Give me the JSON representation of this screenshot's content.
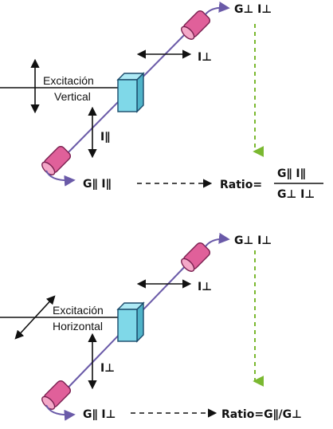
{
  "colors": {
    "beam": "#6a5aa8",
    "tube": "#e0609a",
    "tube_edge": "#7a2050",
    "sample": "#7fd8e8",
    "sample_edge": "#1a4a6a",
    "green": "#7ab830",
    "arrow": "#111111"
  },
  "top": {
    "excitation_label": "Excitación",
    "orientation_label": "Vertical",
    "g_perp_label": "G⊥ I⊥",
    "i_perp_label": "I⊥",
    "i_par_label": "I∥",
    "bottom_label": "G∥  I∥",
    "ratio_prefix": "Ratio=",
    "ratio_numerator": "G∥ I∥",
    "ratio_denominator": "G⊥ I⊥"
  },
  "bottom": {
    "excitation_label": "Excitación",
    "orientation_label": "Horizontal",
    "g_perp_label": "G⊥ I⊥",
    "i_perp_label": "I⊥",
    "i_side_label": "I⊥",
    "bottom_label": "G∥  I⊥",
    "ratio_text": "Ratio=G∥/G⊥"
  }
}
